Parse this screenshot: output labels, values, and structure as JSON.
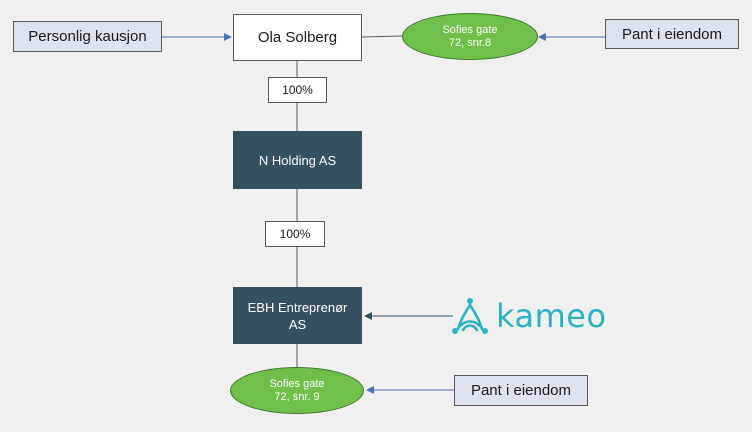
{
  "nodes": {
    "personlig_kausjon": "Personlig kausjon",
    "ola_solberg": "Ola Solberg",
    "sofies_gate_8": {
      "line1": "Sofies gate",
      "line2": "72, snr.8"
    },
    "pant_top": "Pant i eiendom",
    "pct_top": "100%",
    "n_holding": "N Holding AS",
    "pct_bottom": "100%",
    "ebh": {
      "line1": "EBH Entreprenør",
      "line2": "AS"
    },
    "kameo": "kameo",
    "sofies_gate_9": {
      "line1": "Sofies gate",
      "line2": "72, snr. 9"
    },
    "pant_bottom": "Pant i eiendom"
  },
  "colors": {
    "background": "#f0f0f0",
    "light_box": "#dde3ee",
    "dark_box": "#35505f",
    "ellipse": "#6fbf4a",
    "arrow": "#4a72b8",
    "kameo": "#2ab4c3"
  }
}
